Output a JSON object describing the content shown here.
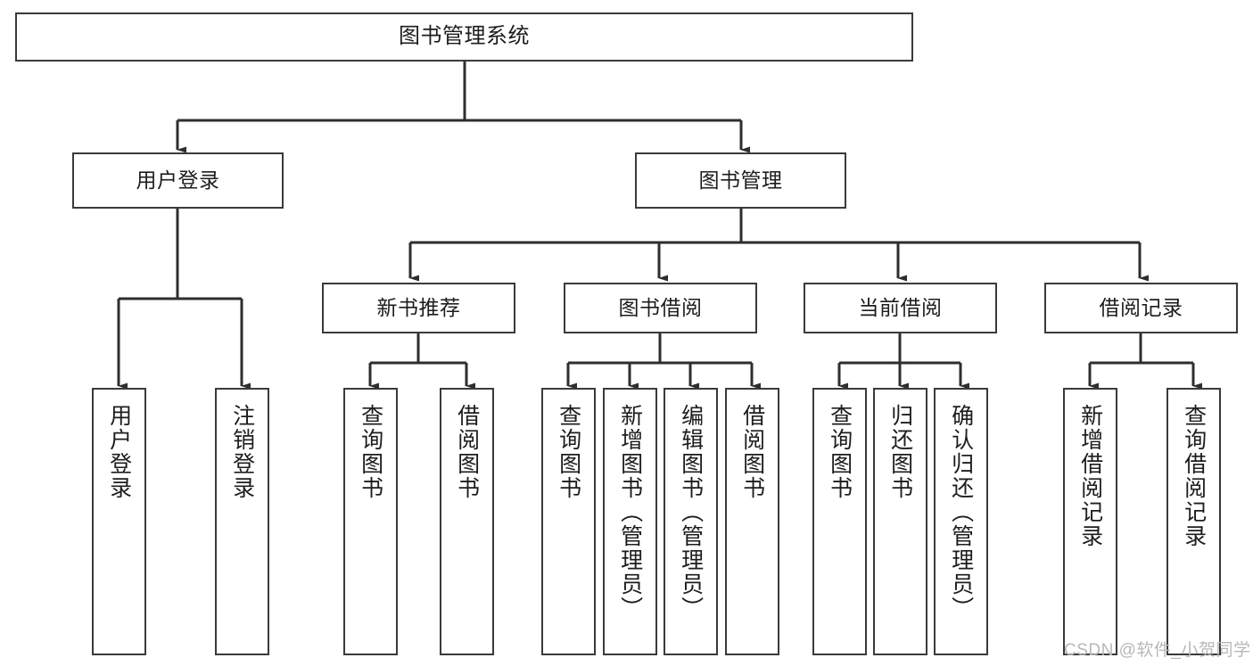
{
  "diagram": {
    "type": "tree",
    "title": "图书管理系统",
    "background_color": "#ffffff",
    "line_color": "#3a3a3a",
    "text_color": "#1d1d1d",
    "nodes": {
      "root": {
        "label": "图书管理系统"
      },
      "level1": [
        {
          "label": "用户登录"
        },
        {
          "label": "图书管理"
        }
      ],
      "level2": [
        {
          "label": "新书推荐"
        },
        {
          "label": "图书借阅"
        },
        {
          "label": "当前借阅"
        },
        {
          "label": "借阅记录"
        }
      ],
      "leaves": {
        "user_login": [
          {
            "label": "用户登录"
          },
          {
            "label": "注销登录"
          }
        ],
        "new_book_recommend": [
          {
            "label": "查询图书"
          },
          {
            "label": "借阅图书"
          }
        ],
        "book_borrow": [
          {
            "label": "查询图书"
          },
          {
            "label": "新增图书（管理员）"
          },
          {
            "label": "编辑图书（管理员）"
          },
          {
            "label": "借阅图书"
          }
        ],
        "current_borrow": [
          {
            "label": "查询图书"
          },
          {
            "label": "归还图书"
          },
          {
            "label": "确认归还（管理员）"
          }
        ],
        "borrow_record": [
          {
            "label": "新增借阅记录"
          },
          {
            "label": "查询借阅记录"
          }
        ]
      }
    }
  },
  "watermark": {
    "text": "CSDN @软件_小贺同学",
    "color": "#b8b8b8"
  }
}
